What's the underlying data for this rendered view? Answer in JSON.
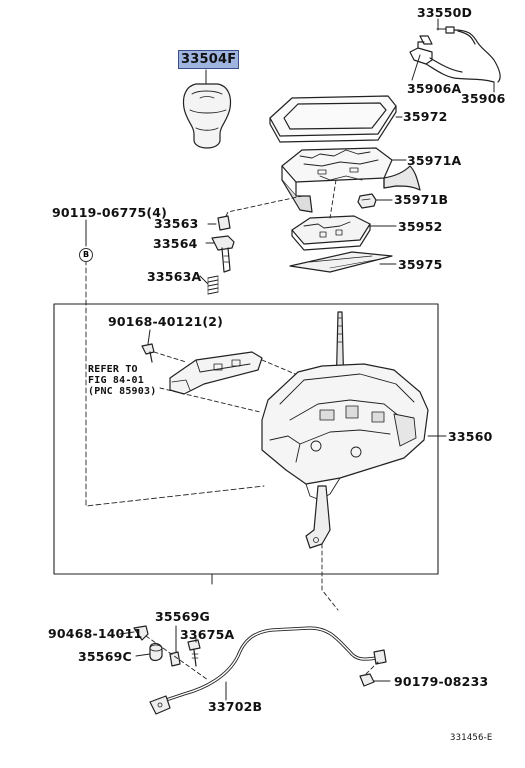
{
  "labels": {
    "p33550D": "33550D",
    "p33504F": "33504F",
    "p35906A": "35906A",
    "p35906": "35906",
    "p35972": "35972",
    "p35971A": "35971A",
    "p35971B": "35971B",
    "p90119": "90119-06775(4)",
    "p33563": "33563",
    "p33564": "33564",
    "p35952": "35952",
    "p33563A": "33563A",
    "p35975": "35975",
    "p90168": "90168-40121(2)",
    "refer_line1": "REFER TO",
    "refer_line2": "FIG 84-01",
    "refer_line3": "(PNC 85903)",
    "p33560": "33560",
    "p90468": "90468-14011",
    "p35569G": "35569G",
    "p33675A": "33675A",
    "p35569C": "35569C",
    "p90179": "90179-08233",
    "p33702B": "33702B",
    "diagram_code": "331456-E",
    "callout_b": "B"
  },
  "colors": {
    "line": "#222222",
    "highlight_fill": "#9fb5e0",
    "highlight_border": "#3a4f8a"
  },
  "icons": {
    "shift_knob": "shift-knob-icon",
    "bolt": "bolt-icon",
    "spring": "spring-icon",
    "clip": "clip-icon"
  }
}
